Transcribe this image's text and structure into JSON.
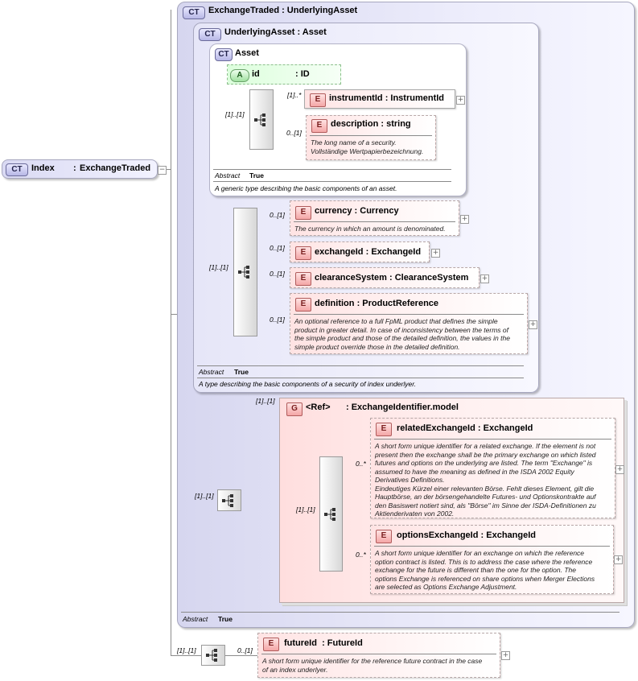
{
  "root": {
    "badge": "CT",
    "name": "Index",
    "sep": ":",
    "type": "ExchangeTraded"
  },
  "exchange_traded": {
    "badge": "CT",
    "title": "ExchangeTraded : UnderlyingAsset",
    "abstract_label": "Abstract",
    "abstract_value": "True"
  },
  "underlying_asset": {
    "badge": "CT",
    "title": "UnderlyingAsset : Asset",
    "abstract_label": "Abstract",
    "abstract_value": "True",
    "doc": "A type describing the basic components of a security of index underlyer.",
    "seq_card": "[1]..[1]"
  },
  "asset": {
    "badge": "CT",
    "title": "Asset",
    "abstract_label": "Abstract",
    "abstract_value": "True",
    "doc": "A generic type describing the basic components of an asset.",
    "seq_card": "[1]..[1]",
    "attribute": {
      "badge": "A",
      "name": "id",
      "type": ": ID"
    },
    "instrument_id": {
      "badge": "E",
      "name": "instrumentId",
      "type": ": InstrumentId",
      "card": "[1]..*"
    },
    "description": {
      "badge": "E",
      "name": "description",
      "type": ": string",
      "card": "0..[1]",
      "doc": [
        "The long name of a security.",
        "Vollständige Wertpapierbezeichnung."
      ]
    }
  },
  "currency": {
    "badge": "E",
    "name": "currency",
    "type": ": Currency",
    "card": "0..[1]",
    "doc": "The currency in which an amount is denominated."
  },
  "exchange_id": {
    "badge": "E",
    "name": "exchangeId",
    "type": ": ExchangeId",
    "card": "0..[1]"
  },
  "clearance_system": {
    "badge": "E",
    "name": "clearanceSystem",
    "type": ": ClearanceSystem",
    "card": "0..[1]"
  },
  "definition": {
    "badge": "E",
    "name": "definition",
    "type": ": ProductReference",
    "card": "0..[1]",
    "doc": [
      "An optional reference to a full FpML product that defines the simple",
      "product in greater detail. In case of inconsistency between the terms of",
      "the simple product and those of the detailed definition, the values in the",
      "simple product override those in the detailed definition."
    ]
  },
  "group": {
    "badge": "G",
    "card": "[1]..[1]",
    "ref": "<Ref>",
    "name": ": ExchangeIdentifier.model",
    "seq_card": "[1]..[1]",
    "inner_seq_card": "[1]..[1]",
    "related": {
      "badge": "E",
      "name": "relatedExchangeId",
      "type": ": ExchangeId",
      "card": "0..*",
      "doc": [
        "A short form unique identifier for a related exchange. If the element is not",
        "present then the exchange shall be the primary exchange on which listed",
        "futures and options on the underlying are listed. The term \"Exchange\" is",
        "assumed to have the meaning as defined in the ISDA 2002 Equity",
        "Derivatives Definitions.",
        "Eindeutiges Kürzel einer relevanten Börse. Fehlt dieses Element, gilt die",
        "Hauptbörse, an der börsengehandelte Futures- und Optionskontrakte auf",
        "den Basiswert notiert sind, als \"Börse\" im Sinne der ISDA-Definitionen zu",
        "Aktienderivaten von 2002."
      ]
    },
    "options": {
      "badge": "E",
      "name": "optionsExchangeId",
      "type": ": ExchangeId",
      "card": "0..*",
      "doc": [
        "A short form unique identifier for an exchange on which the reference",
        "option contract is listed. This is to address the case where the reference",
        "exchange for the future is different than the one for the option. The",
        "options Exchange is referenced on share options when Merger Elections",
        "are selected as Options Exchange Adjustment."
      ]
    }
  },
  "future": {
    "seq_card": "[1]..[1]",
    "badge": "E",
    "name": "futureId",
    "type": ": FutureId",
    "card": "0..[1]",
    "doc": [
      "A short form unique identifier for the reference future contract in the case",
      "of an index underlyer."
    ]
  },
  "icons": {
    "sequence": "sequence-compositor-icon",
    "expand": "expand-plus-icon"
  }
}
